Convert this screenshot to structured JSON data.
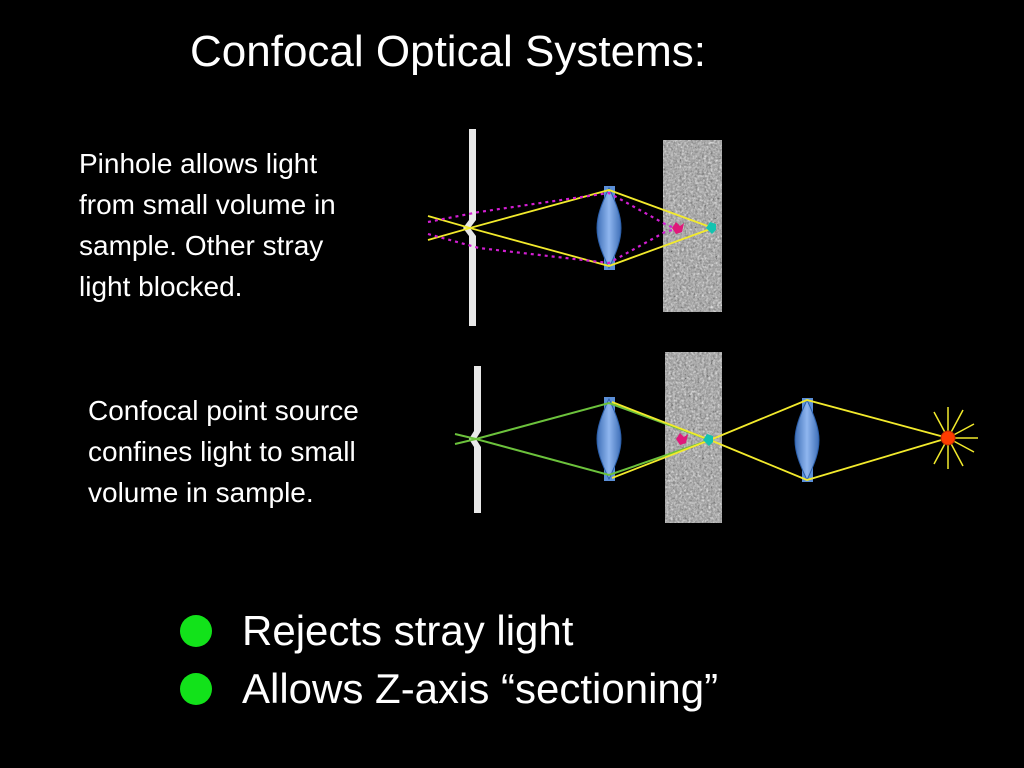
{
  "title": "Confocal Optical Systems:",
  "captions": {
    "pinhole": {
      "lines": [
        "Pinhole allows light",
        "from small volume in",
        "sample.  Other stray",
        "light blocked."
      ]
    },
    "source": {
      "lines": [
        "Confocal point source",
        "confines light to small",
        "volume in sample."
      ]
    }
  },
  "bullets": [
    "Rejects stray light",
    "Allows Z-axis “sectioning”"
  ],
  "colors": {
    "background": "#000000",
    "bullet": "#12e21a",
    "ray_yellow": "#f2ea2c",
    "ray_green": "#6cc23c",
    "stray_ray": "#d21ed2",
    "lens": "#5b8fd8",
    "pinhole_plate": "#e8e8e8",
    "sample": "#9a9a9a",
    "point_source": "#ff3b00"
  },
  "icons": {
    "point_source": "point-source-icon",
    "bullet": "bullet-dot-icon"
  }
}
